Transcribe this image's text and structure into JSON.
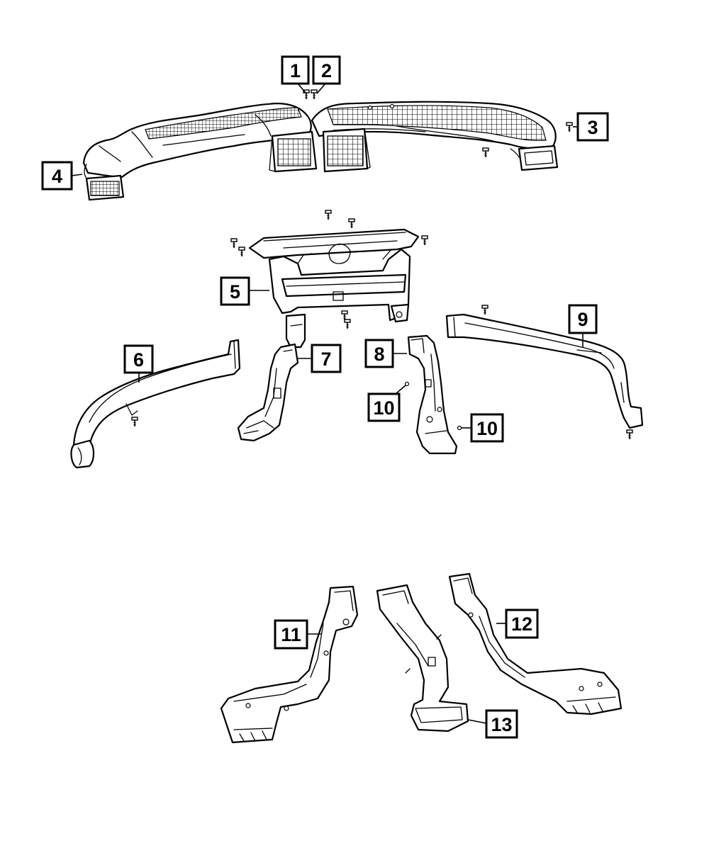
{
  "callouts": [
    {
      "id": "1",
      "label": "1"
    },
    {
      "id": "2",
      "label": "2"
    },
    {
      "id": "3",
      "label": "3"
    },
    {
      "id": "4",
      "label": "4"
    },
    {
      "id": "5",
      "label": "5"
    },
    {
      "id": "6",
      "label": "6"
    },
    {
      "id": "7",
      "label": "7"
    },
    {
      "id": "8",
      "label": "8"
    },
    {
      "id": "9",
      "label": "9"
    },
    {
      "id": "10a",
      "label": "10"
    },
    {
      "id": "10b",
      "label": "10"
    },
    {
      "id": "11",
      "label": "11"
    },
    {
      "id": "12",
      "label": "12"
    },
    {
      "id": "13",
      "label": "13"
    }
  ]
}
